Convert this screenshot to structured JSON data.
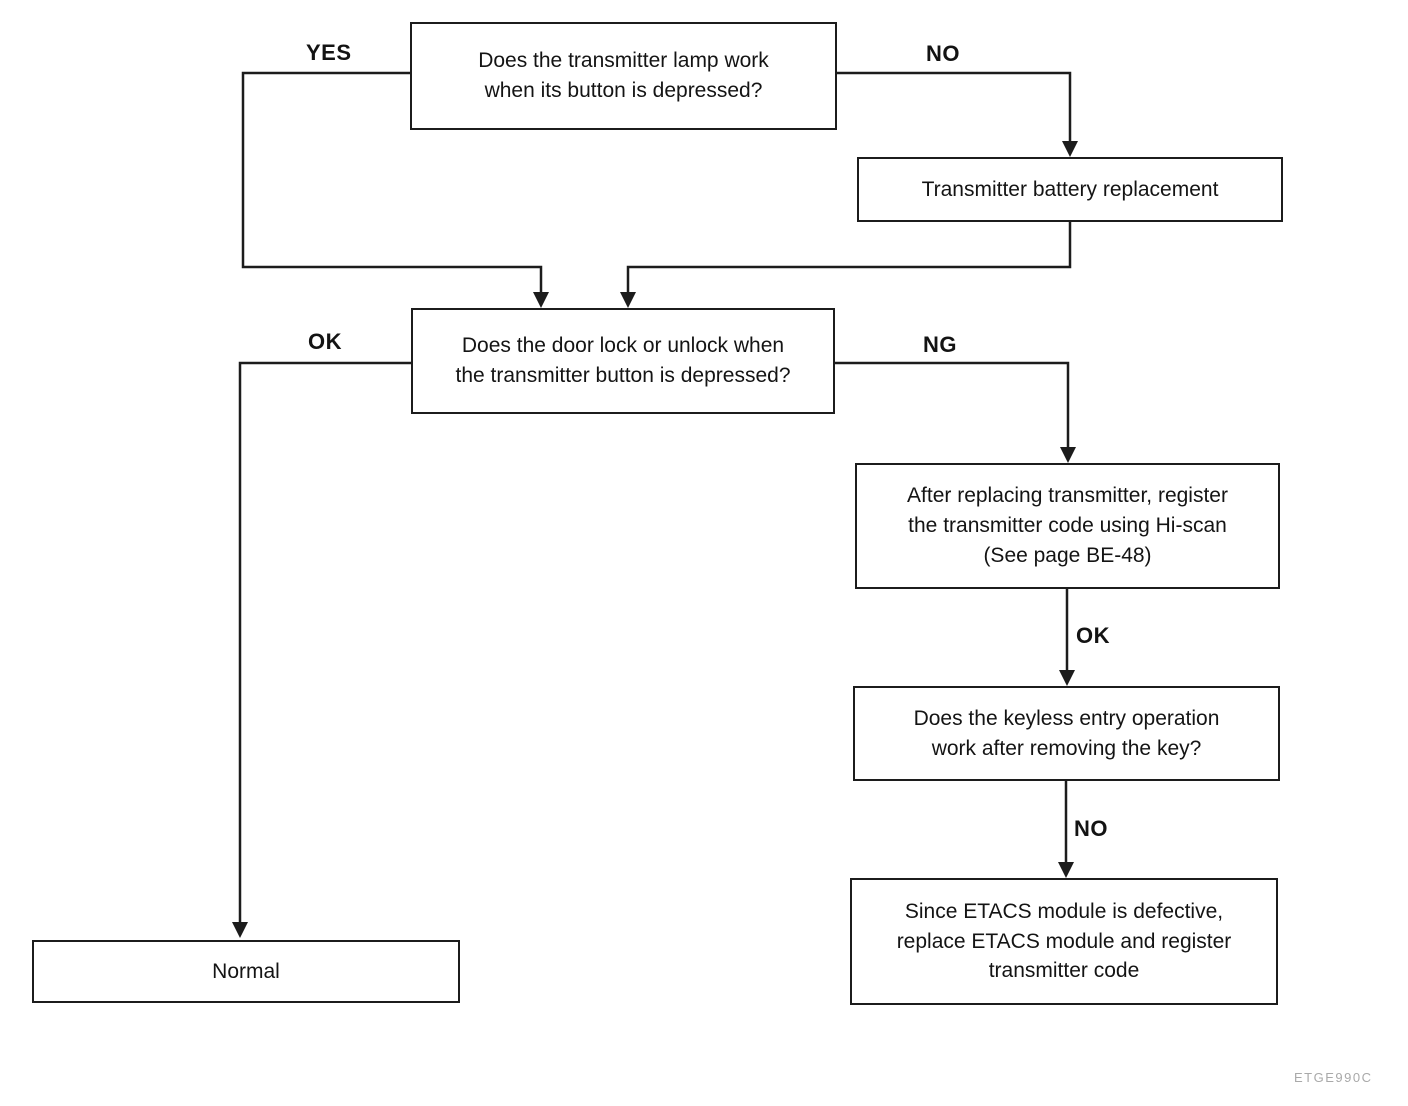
{
  "figure_code": "ETGE990C",
  "flowchart": {
    "nodes": [
      {
        "id": "question-transmitter-lamp",
        "text": "Does the transmitter lamp work\nwhen its button is depressed?"
      },
      {
        "id": "transmitter-battery-replacement",
        "text": "Transmitter battery replacement"
      },
      {
        "id": "question-door-lock",
        "text": "Does the door lock or unlock when\nthe transmitter button is depressed?"
      },
      {
        "id": "register-transmitter-code",
        "text": "After replacing transmitter, register\nthe transmitter code using Hi-scan\n(See page BE-48)"
      },
      {
        "id": "question-keyless-entry",
        "text": "Does the keyless entry operation\nwork after removing the key?"
      },
      {
        "id": "replace-etacs-module",
        "text": "Since ETACS module is defective,\nreplace ETACS module and register\ntransmitter code"
      },
      {
        "id": "normal",
        "text": "Normal"
      }
    ],
    "edge_labels": [
      {
        "id": "yes",
        "text": "YES"
      },
      {
        "id": "no-top",
        "text": "NO"
      },
      {
        "id": "ok-left",
        "text": "OK"
      },
      {
        "id": "ng",
        "text": "NG"
      },
      {
        "id": "ok-middle",
        "text": "OK"
      },
      {
        "id": "no-bottom",
        "text": "NO"
      }
    ]
  }
}
